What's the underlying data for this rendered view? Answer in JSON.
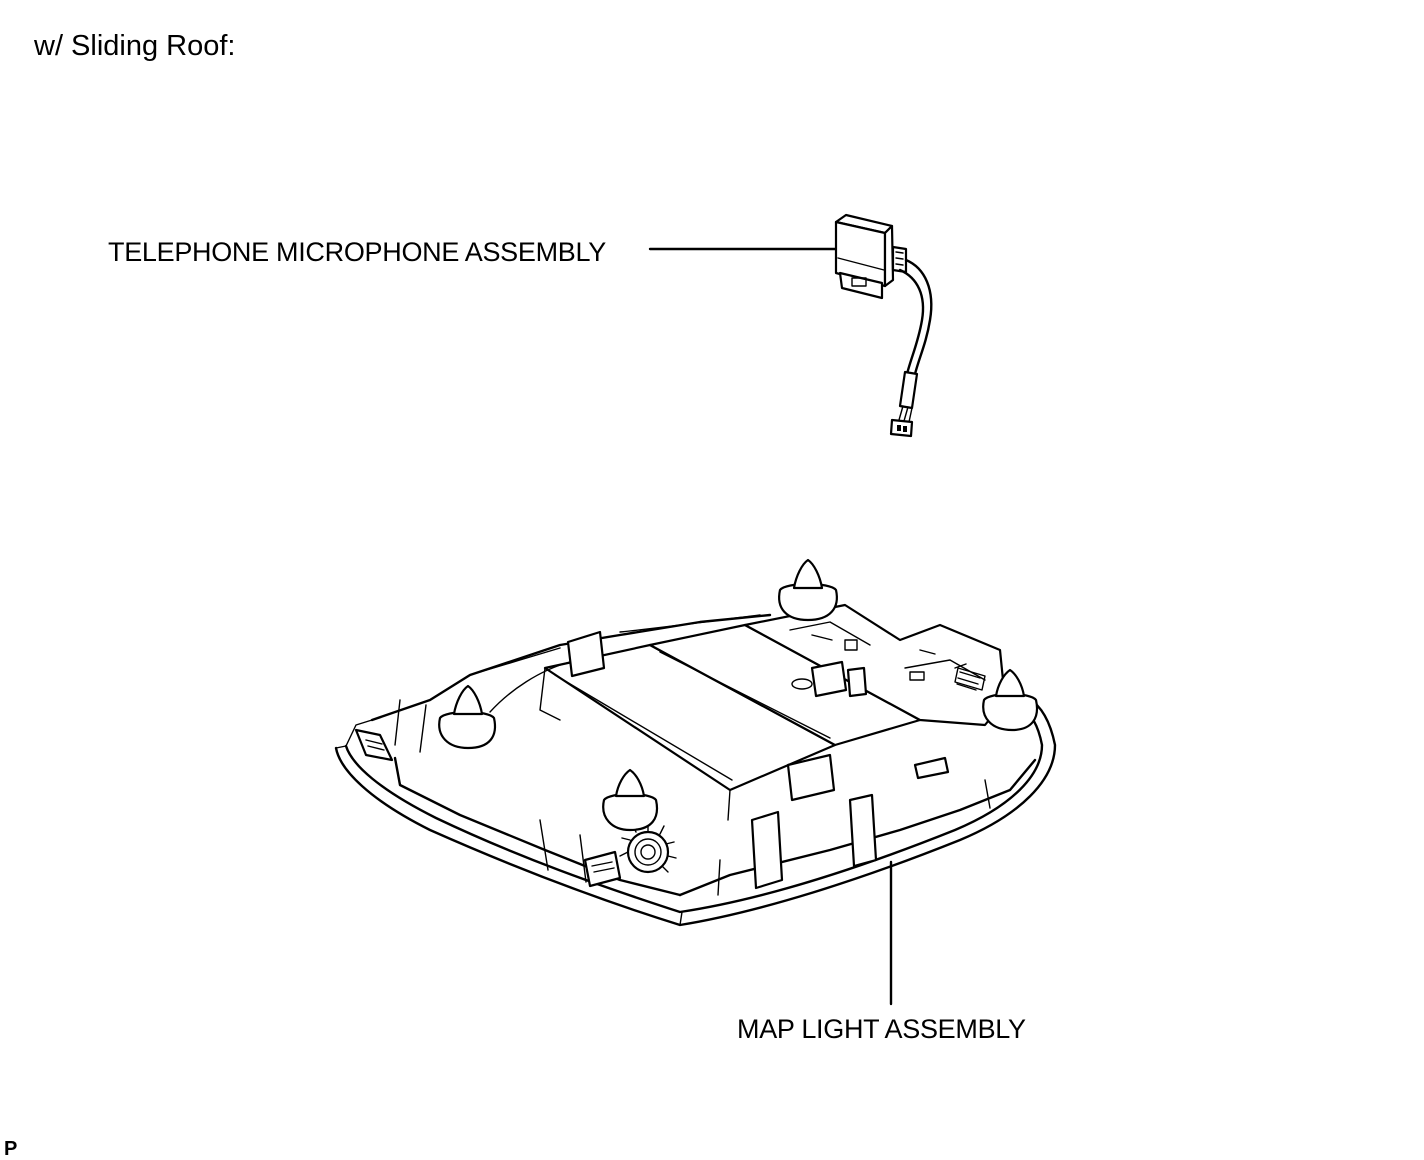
{
  "heading": "w/ Sliding Roof:",
  "callouts": {
    "telephone_microphone": "TELEPHONE MICROPHONE ASSEMBLY",
    "map_light": "MAP LIGHT ASSEMBLY"
  },
  "corner_code": "P",
  "colors": {
    "line": "#000000",
    "background": "#ffffff"
  }
}
